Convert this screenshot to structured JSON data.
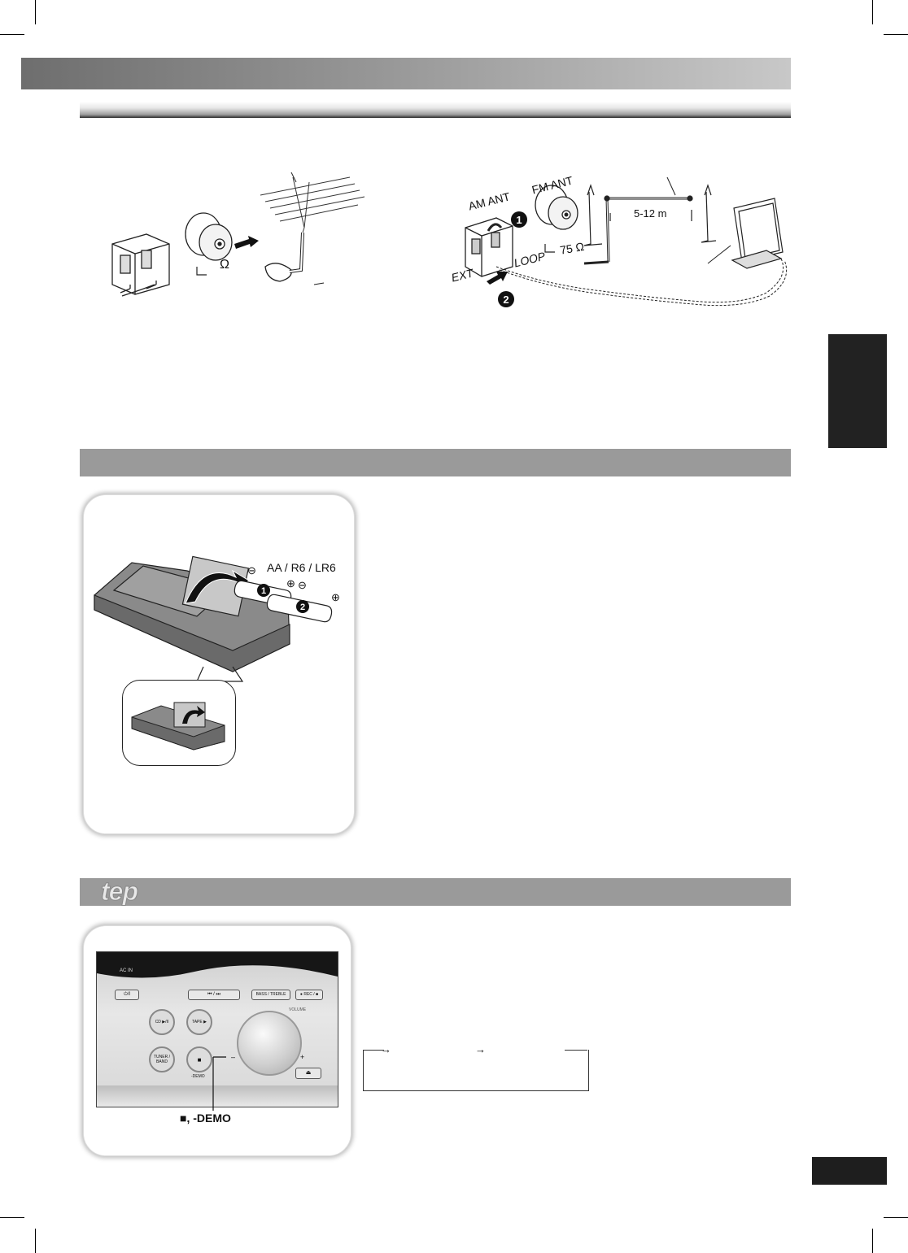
{
  "antenna": {
    "ohm_left": "Ω",
    "am_ant": "AM ANT",
    "fm_ant": "FM ANT",
    "distance": "5-12 m",
    "ohm_75": "75 Ω",
    "ext": "EXT",
    "loop": "LOOP",
    "step1": "1",
    "step2": "2"
  },
  "battery": {
    "battery_type": "AA / R6 / LR6",
    "minus": "⊖",
    "plus": "⊕",
    "step1": "1",
    "step2": "2"
  },
  "demo": {
    "step_logo": "tep",
    "stop_demo_label": "■, -DEMO",
    "panel": {
      "ac_in": "AC IN",
      "power_btn": "⏻/I",
      "skip_btn": "⏮ / ⏭",
      "bass_btn": "BASS / TREBLE",
      "rec_btn": "● REC / ■",
      "volume": "VOLUME",
      "cd_btn": "CD ▶/II",
      "tape_btn": "TAPE ▶",
      "tuner_btn": "TUNER / BAND",
      "stop_btn": "■",
      "demo_small": "-DEMO",
      "minus": "–",
      "plus": "+",
      "eject": "⏏"
    },
    "flow_arrows": [
      "→",
      "→"
    ]
  }
}
